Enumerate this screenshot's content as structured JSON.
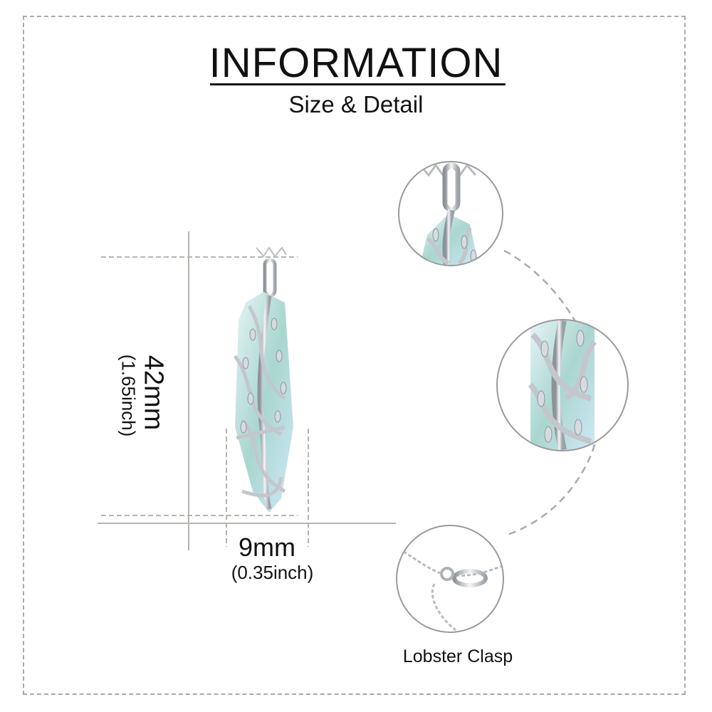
{
  "header": {
    "title": "INFORMATION",
    "subtitle": "Size & Detail"
  },
  "dimensions": {
    "height_mm": "42mm",
    "height_inch": "(1.65inch)",
    "width_mm": "9mm",
    "width_inch": "(0.35inch)"
  },
  "details": {
    "clasp_label": "Lobster Clasp"
  },
  "colors": {
    "stone": "#bfe3ea",
    "silver": "#c9ccd0",
    "guide": "#b5b5b0"
  }
}
